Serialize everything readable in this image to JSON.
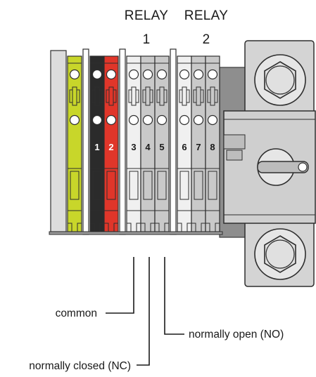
{
  "headers": {
    "relay1_word": "RELAY",
    "relay1_num": "1",
    "relay2_word": "RELAY",
    "relay2_num": "2"
  },
  "terminals": [
    {
      "label": "",
      "color": "#c8d62a",
      "text_color": "#1a1a1a"
    },
    {
      "label": "1",
      "color": "#2b2b2b",
      "text_color": "#ffffff"
    },
    {
      "label": "2",
      "color": "#e0362a",
      "text_color": "#ffffff"
    },
    {
      "label": "3",
      "color": "#f0f0f0",
      "text_color": "#1a1a1a"
    },
    {
      "label": "4",
      "color": "#c9c9c9",
      "text_color": "#1a1a1a"
    },
    {
      "label": "5",
      "color": "#c9c9c9",
      "text_color": "#1a1a1a"
    },
    {
      "label": "6",
      "color": "#f0f0f0",
      "text_color": "#1a1a1a"
    },
    {
      "label": "7",
      "color": "#c9c9c9",
      "text_color": "#1a1a1a"
    },
    {
      "label": "8",
      "color": "#c9c9c9",
      "text_color": "#1a1a1a"
    }
  ],
  "callouts": {
    "common": "common",
    "normally_open": "normally open (NO)",
    "normally_closed": "normally closed (NC)"
  }
}
